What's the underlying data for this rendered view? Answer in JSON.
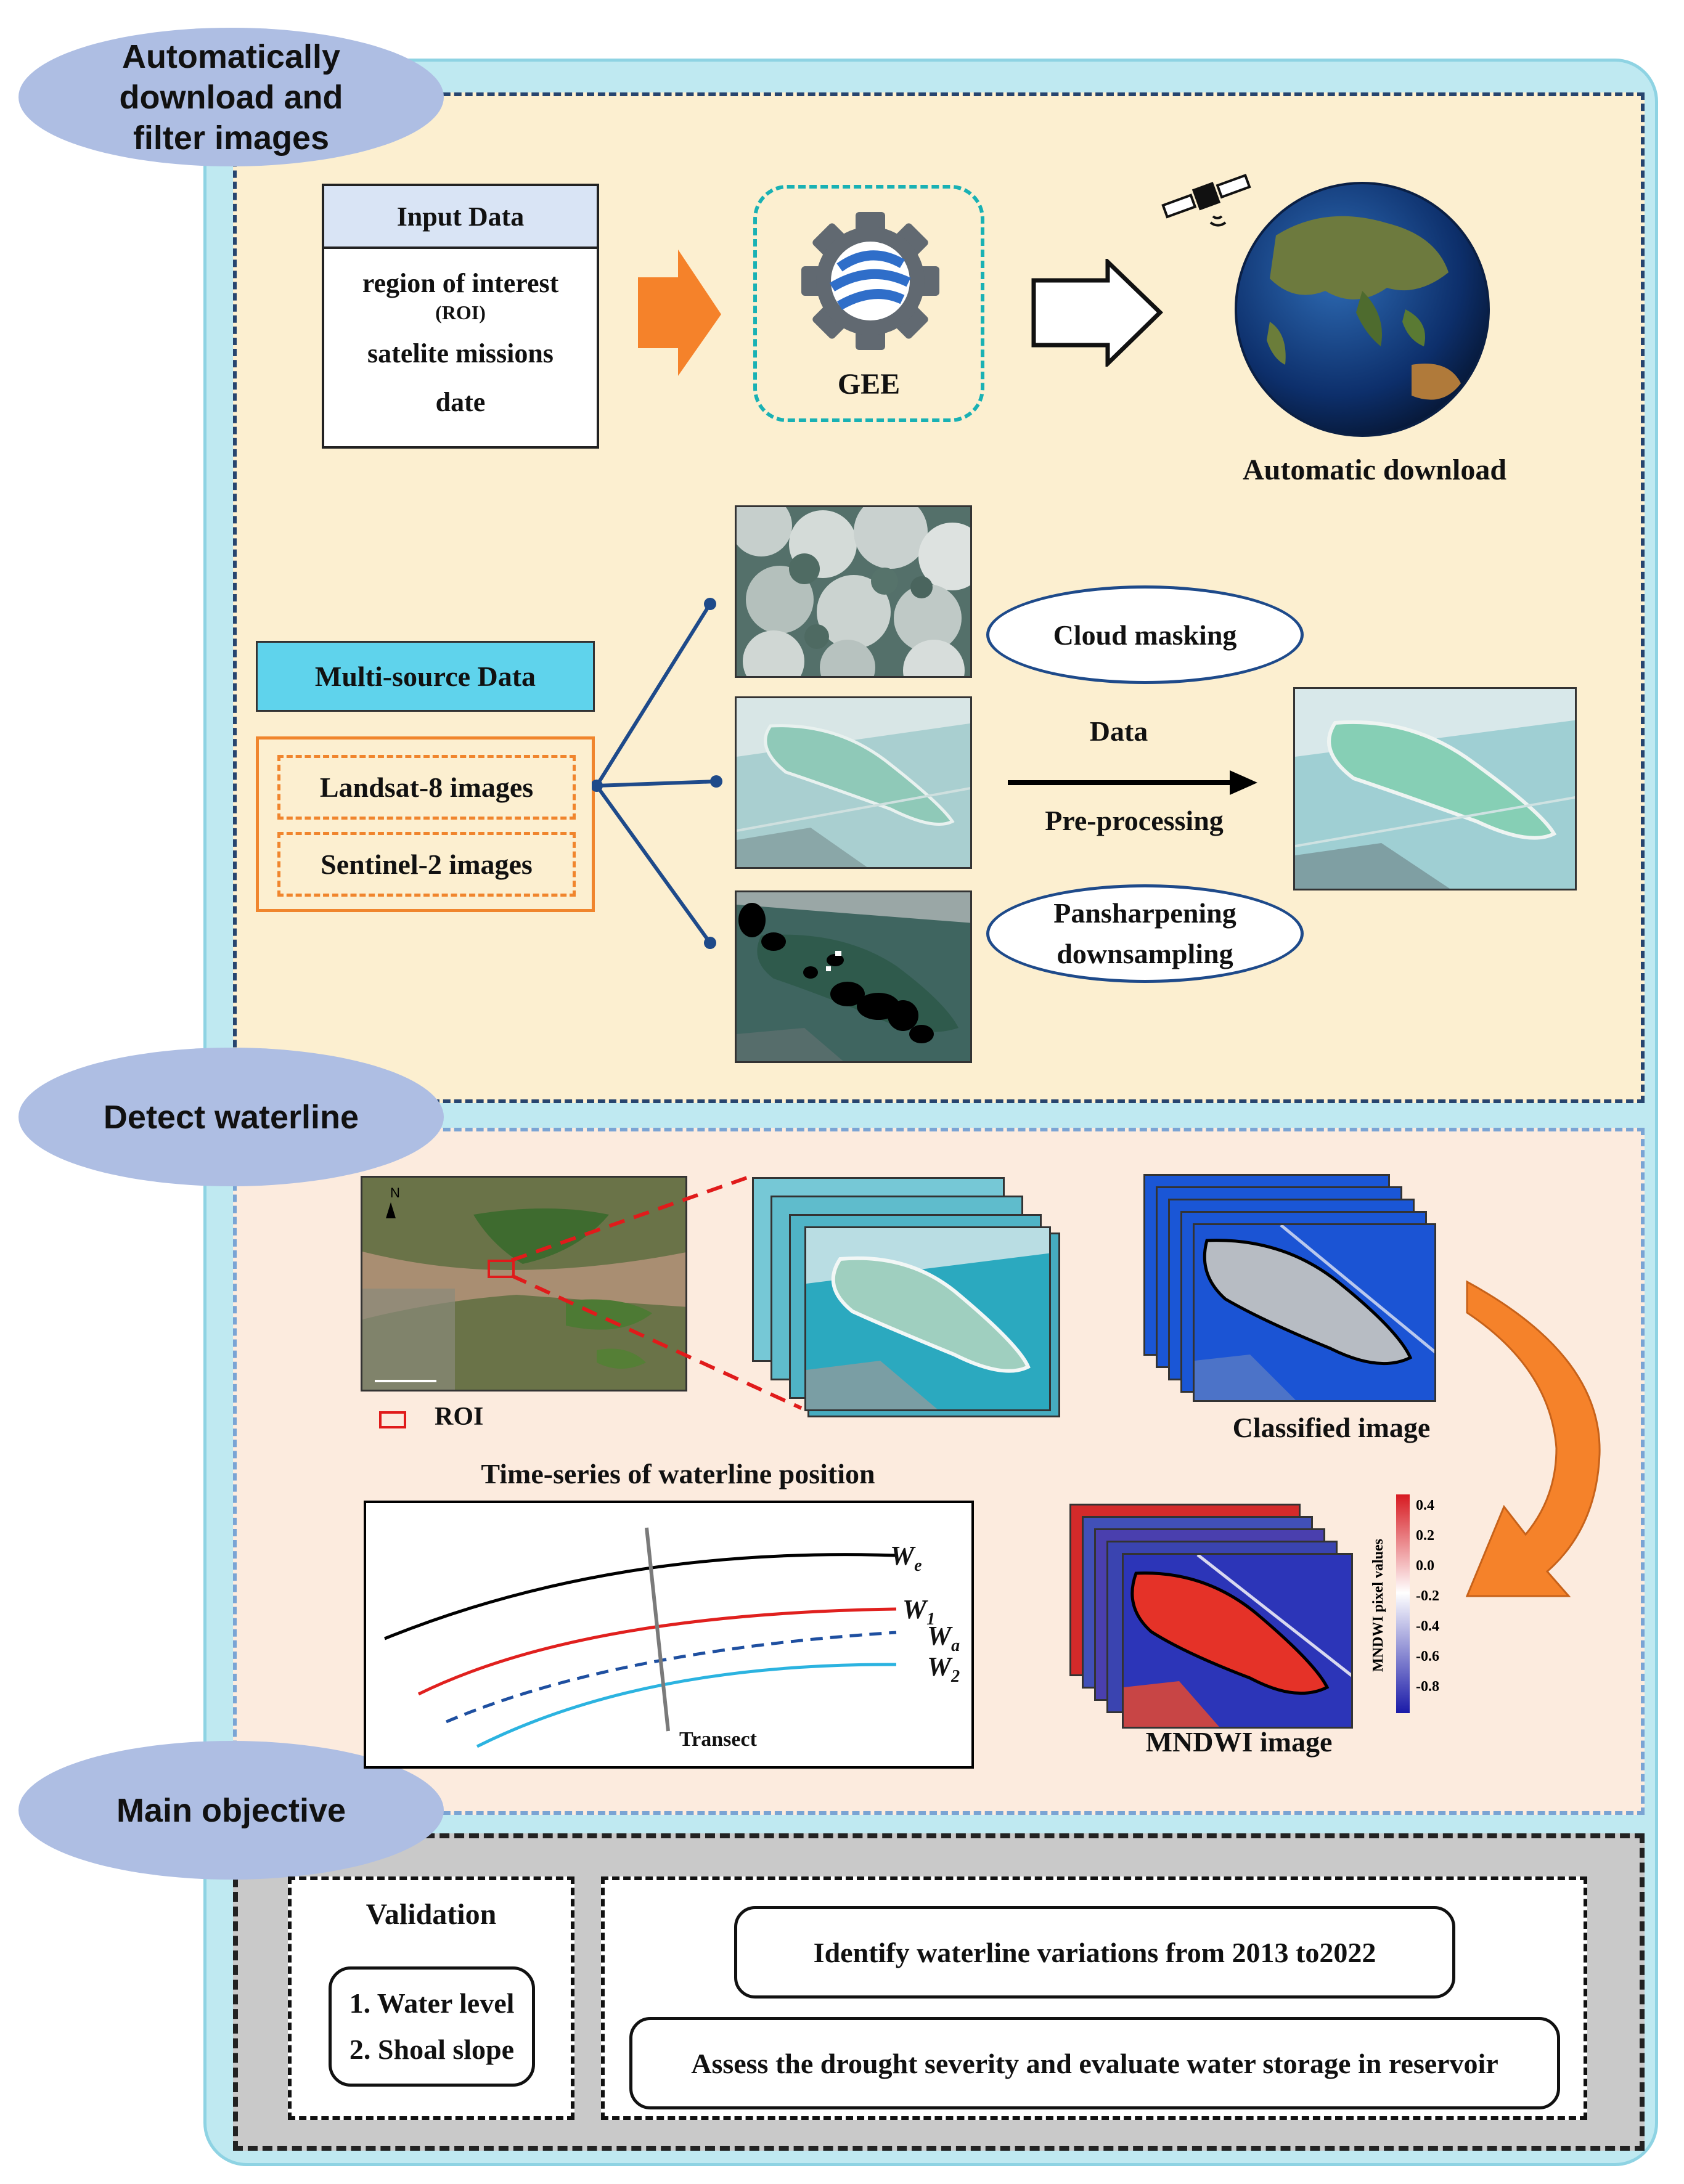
{
  "sections": {
    "download": "Automatically download and filter images",
    "detect": "Detect waterline",
    "objective": "Main objective"
  },
  "input_data": {
    "title": "Input Data",
    "line1": "region of interest",
    "line1_sub": "(ROI)",
    "line2": "satelite missions",
    "line3": "date"
  },
  "gee_label": "GEE",
  "auto_download_label": "Automatic download",
  "multi_source": {
    "title": "Multi-source Data",
    "item1": "Landsat-8 images",
    "item2": "Sentinel-2  images"
  },
  "processing": {
    "cloud": "Cloud masking",
    "pan_line1": "Pansharpening",
    "pan_line2": "downsampling",
    "arrow_top": "Data",
    "arrow_bottom": "Pre-processing"
  },
  "detect": {
    "roi_legend": "ROI",
    "map_north": "N",
    "timeseries_label": "Time-series of waterline position",
    "classified_label": "Classified image",
    "mndwi_label": "MNDWI image",
    "transect_label": "Transect",
    "waterlines": [
      {
        "main": "W",
        "sub": "e",
        "color": "#000000"
      },
      {
        "main": "W",
        "sub": "1",
        "color": "#e0201e"
      },
      {
        "main": "W",
        "sub": "a",
        "color": "#1e4fa0"
      },
      {
        "main": "W",
        "sub": "2",
        "color": "#2bb3e0"
      }
    ],
    "colorbar": {
      "title": "MNDWI pixel values",
      "ticks": [
        "0.4",
        "0.2",
        "0.0",
        "-0.2",
        "-0.4",
        "-0.6",
        "-0.8"
      ]
    }
  },
  "objective": {
    "validation_title": "Validation",
    "validation_item1": "1. Water level",
    "validation_item2": "2. Shoal slope",
    "goal1": "Identify waterline variations from 2013 to2022",
    "goal2": "Assess the drought severity and evaluate water storage in reservoir"
  },
  "colors": {
    "outer_bg": "#bfe9f1",
    "panel1_bg": "#fcefd0",
    "panel2_bg": "#fcebde",
    "panel3_bg": "#c9c9c9",
    "ellipse": "#aebee3",
    "arrow_orange": "#f5822a",
    "multi_source_fill": "#5fd3ec"
  }
}
